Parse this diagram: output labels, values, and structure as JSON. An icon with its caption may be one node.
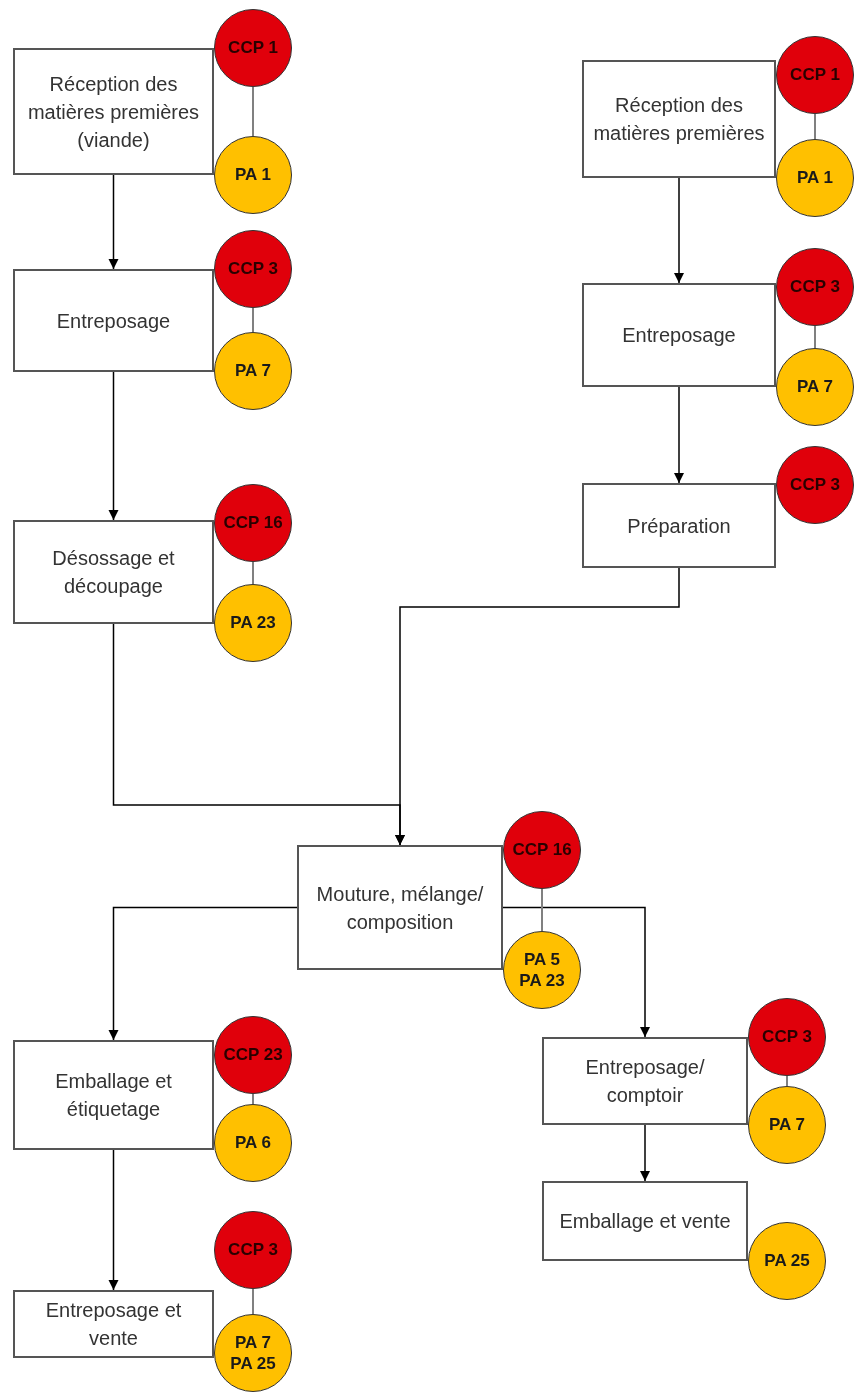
{
  "diagram": {
    "nodes": [
      {
        "text": [
          "Réception des matières premières (viande)"
        ]
      },
      {
        "text": [
          "CCP 1"
        ]
      },
      {
        "text": [
          "PA 1"
        ]
      },
      {
        "text": [
          "Entreposage"
        ]
      },
      {
        "text": [
          "CCP 3"
        ]
      },
      {
        "text": [
          "PA 7"
        ]
      },
      {
        "text": [
          "Désossage et découpage"
        ]
      },
      {
        "text": [
          "CCP 16"
        ]
      },
      {
        "text": [
          "PA 23"
        ]
      },
      {
        "text": [
          "Réception des matières premières"
        ]
      },
      {
        "text": [
          "CCP 1"
        ]
      },
      {
        "text": [
          "PA 1"
        ]
      },
      {
        "text": [
          "Entreposage"
        ]
      },
      {
        "text": [
          "CCP 3"
        ]
      },
      {
        "text": [
          "PA 7"
        ]
      },
      {
        "text": [
          "Préparation"
        ]
      },
      {
        "text": [
          "CCP 3"
        ]
      },
      {
        "text": [
          "Mouture, mélange/ composition"
        ]
      },
      {
        "text": [
          "CCP 16"
        ]
      },
      {
        "text": [
          "PA 5 PA 23"
        ]
      },
      {
        "text": [
          "Emballage et étiquetage"
        ]
      },
      {
        "text": [
          "CCP 23"
        ]
      },
      {
        "text": [
          "PA 6"
        ]
      },
      {
        "text": [
          "Entreposage/ comptoir"
        ]
      },
      {
        "text": [
          "CCP 3"
        ]
      },
      {
        "text": [
          "PA 7"
        ]
      },
      {
        "text": [
          "Emballage et vente"
        ]
      },
      {
        "text": [
          "PA 25"
        ]
      },
      {
        "text": [
          "Entreposage et vente"
        ]
      },
      {
        "text": [
          "CCP 3"
        ]
      },
      {
        "text": [
          "PA 7 PA 25"
        ]
      }
    ],
    "edges": [
      {
        "from": 0,
        "to": 3,
        "arrow": "to"
      },
      {
        "from": 3,
        "to": 6,
        "arrow": "to"
      },
      {
        "from": 6,
        "to": 17,
        "arrow": "to"
      },
      {
        "from": 9,
        "to": 12,
        "arrow": "to"
      },
      {
        "from": 12,
        "to": 15,
        "arrow": "to"
      },
      {
        "from": 15,
        "to": 17,
        "arrow": "to"
      },
      {
        "from": 17,
        "to": 20,
        "arrow": "to"
      },
      {
        "from": 17,
        "to": 23,
        "arrow": "to"
      },
      {
        "from": 20,
        "to": 28,
        "arrow": "to"
      },
      {
        "from": 23,
        "to": 26,
        "arrow": "to"
      },
      {
        "from": 1,
        "to": 2,
        "arrow": "none",
        "color": "#808080"
      },
      {
        "from": 4,
        "to": 5,
        "arrow": "none",
        "color": "#808080"
      },
      {
        "from": 7,
        "to": 8,
        "arrow": "none",
        "color": "#808080"
      },
      {
        "from": 10,
        "to": 11,
        "arrow": "none",
        "color": "#808080"
      },
      {
        "from": 13,
        "to": 14,
        "arrow": "none",
        "color": "#808080"
      },
      {
        "from": 18,
        "to": 19,
        "arrow": "none",
        "color": "#808080"
      },
      {
        "from": 21,
        "to": 22,
        "arrow": "none",
        "color": "#808080"
      },
      {
        "from": 24,
        "to": 25,
        "arrow": "none",
        "color": "#808080"
      },
      {
        "from": 29,
        "to": 30,
        "arrow": "none",
        "color": "#808080"
      }
    ]
  }
}
